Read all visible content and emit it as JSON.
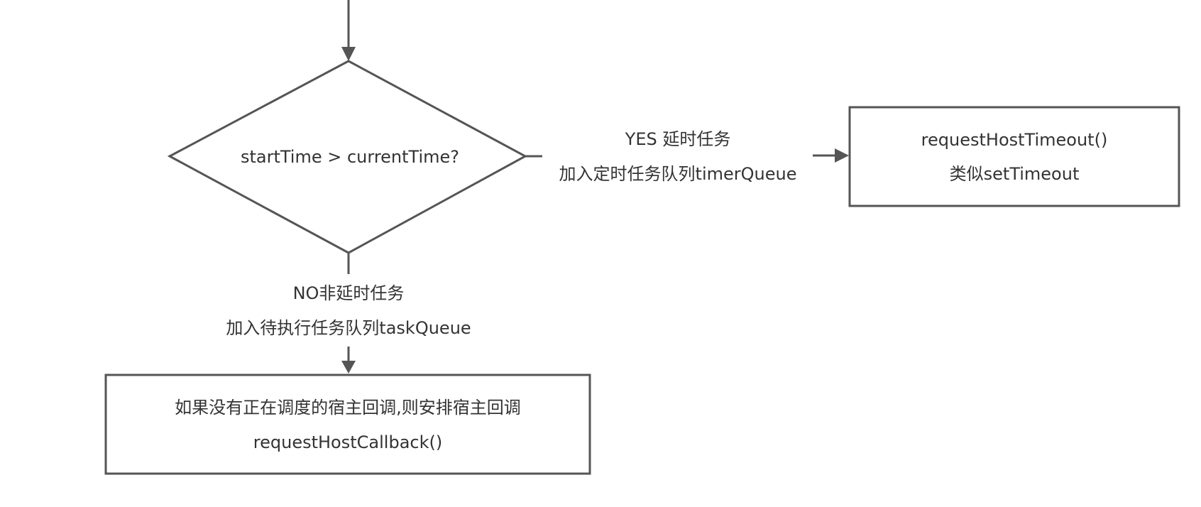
{
  "diagram": {
    "decision": {
      "label": "startTime > currentTime?"
    },
    "yes_edge": {
      "line1": "YES 延时任务",
      "line2": "加入定时任务队列timerQueue"
    },
    "no_edge": {
      "line1": "NO非延时任务",
      "line2": "加入待执行任务队列taskQueue"
    },
    "timeout_box": {
      "line1": "requestHostTimeout()",
      "line2": "类似setTimeout"
    },
    "callback_box": {
      "line1": "如果没有正在调度的宿主回调,则安排宿主回调",
      "line2": "requestHostCallback()"
    },
    "colors": {
      "stroke": "#555555",
      "text": "#333333",
      "background": "#ffffff"
    }
  }
}
